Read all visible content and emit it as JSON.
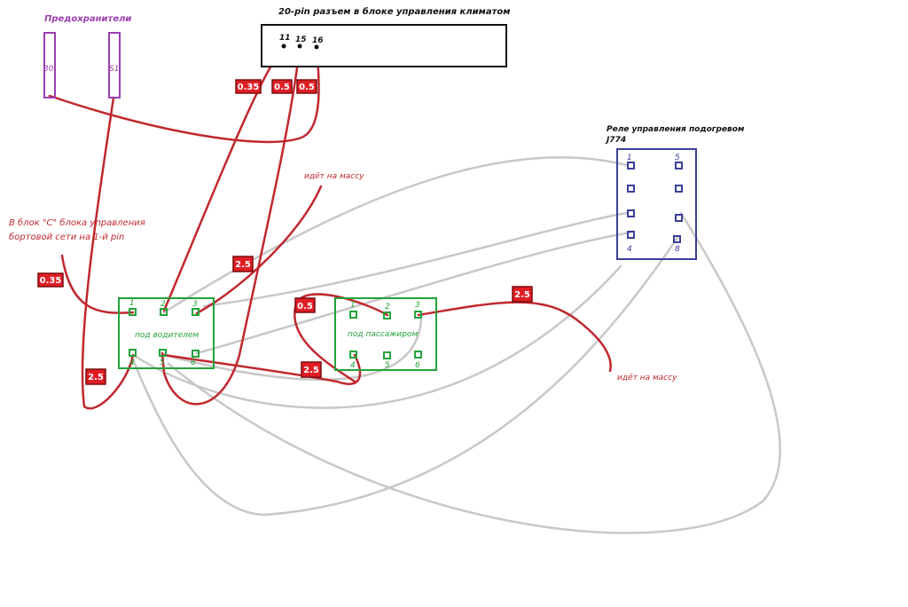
{
  "colors": {
    "red_wire": "#c0282e",
    "gray_wire": "#c8c8c8",
    "green_block": "#22a33a",
    "blue_block": "#3a3f99",
    "purple_fuse": "#9c3fb0",
    "black": "#111111",
    "tag_fill": "#e01d25"
  },
  "fuses": {
    "title": "Предохранители",
    "items": [
      {
        "label": "30"
      },
      {
        "label": "S1"
      }
    ]
  },
  "climate_connector": {
    "title": "20-pin разъем в блоке управления климатом",
    "pins": [
      "11",
      "15",
      "16"
    ]
  },
  "relay": {
    "title_line1": "Реле управления подогревом",
    "title_line2": "J774",
    "pin_labels": [
      "1",
      "5",
      "4",
      "8"
    ]
  },
  "driver_block": {
    "label": "под водителем",
    "pins": [
      "1",
      "2",
      "3",
      "4",
      "5",
      "6"
    ]
  },
  "passenger_block": {
    "label": "под пассажиром",
    "pins": [
      "1",
      "2",
      "3",
      "4",
      "5",
      "6"
    ]
  },
  "notes": {
    "ground_1": "идёт на массу",
    "ground_2": "идёт на массу",
    "block_c_line1": "В блок \"С\" блока управления",
    "block_c_line2": "бортовой сети на 1-й pin"
  },
  "wire_tags": {
    "t1": "0.35",
    "t2": "0.5",
    "t3": "0.5",
    "t4": "0.35",
    "t5": "2.5",
    "t6": "2.5",
    "t7": "0.5",
    "t8": "2.5",
    "t9": "2.5"
  }
}
